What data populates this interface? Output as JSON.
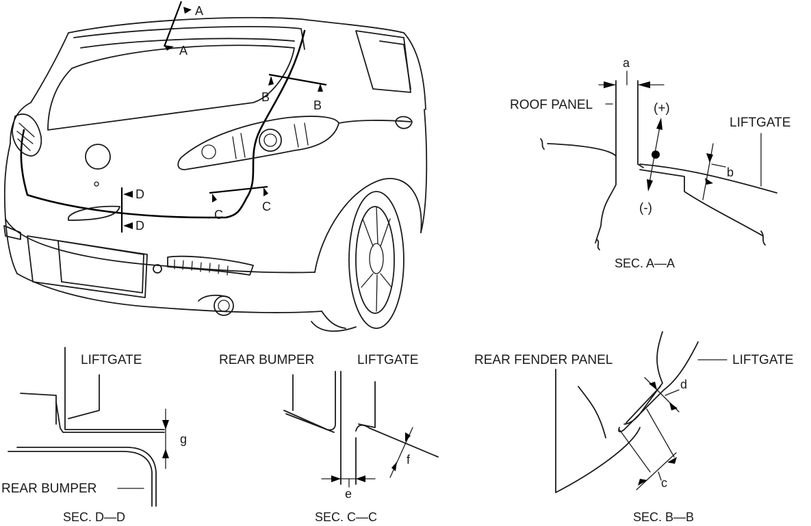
{
  "car_view": {
    "cut_markers": {
      "a_top": "A",
      "a_bottom": "A",
      "b_left": "B",
      "b_right": "B",
      "c_left": "C",
      "c_right": "C",
      "d_top": "D",
      "d_bottom": "D"
    }
  },
  "section_aa": {
    "title": "SEC. A—A",
    "dim_a": "a",
    "dim_b": "b",
    "roof_panel_label": "ROOF PANEL",
    "liftgate_label": "LIFTGATE",
    "plus_label": "(+)",
    "minus_label": "(-)"
  },
  "section_dd": {
    "title": "SEC. D—D",
    "liftgate_label": "LIFTGATE",
    "rear_bumper_label": "REAR BUMPER",
    "dim_g": "g"
  },
  "section_cc": {
    "title": "SEC. C—C",
    "rear_bumper_label": "REAR BUMPER",
    "liftgate_label": "LIFTGATE",
    "dim_e": "e",
    "dim_f": "f"
  },
  "section_bb": {
    "title": "SEC. B—B",
    "rear_fender_label": "REAR FENDER PANEL",
    "liftgate_label": "LIFTGATE",
    "dim_c": "c",
    "dim_d": "d"
  }
}
